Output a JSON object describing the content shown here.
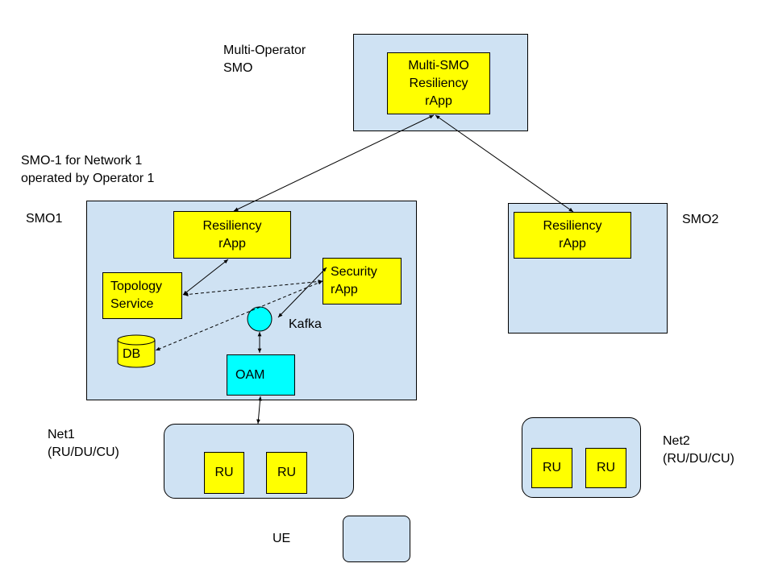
{
  "colors": {
    "container": "#cfe2f3",
    "rapp": "#ffff00",
    "oam": "#00ffff",
    "kafka": "#00ffff",
    "line": "#000000"
  },
  "labels": {
    "multi_operator_smo": "Multi-Operator\nSMO",
    "smo1_caption": "SMO-1 for Network 1\noperated by Operator 1",
    "smo1": "SMO1",
    "smo2": "SMO2",
    "kafka": "Kafka",
    "net1": "Net1\n(RU/DU/CU)",
    "net2": "Net2\n(RU/DU/CU)",
    "ue": "UE"
  },
  "boxes": {
    "multi_smo_rapp": "Multi-SMO\nResiliency\nrApp",
    "smo1_resiliency_rapp": "Resiliency\nrApp",
    "topology_service": "Topology\nService",
    "security_rapp": "Security\nrApp",
    "db": "DB",
    "oam": "OAM",
    "smo2_resiliency_rapp": "Resiliency\nrApp",
    "net1_ru_1": "RU",
    "net1_ru_2": "RU",
    "net2_ru_1": "RU",
    "net2_ru_2": "RU"
  },
  "connections": [
    {
      "from": "multi_smo_rapp",
      "to": "smo1_resiliency_rapp",
      "style": "solid",
      "arrows": "both"
    },
    {
      "from": "multi_smo_rapp",
      "to": "smo2_resiliency_rapp",
      "style": "solid",
      "arrows": "both"
    },
    {
      "from": "smo1_resiliency_rapp",
      "to": "topology_service",
      "style": "solid",
      "arrows": "both"
    },
    {
      "from": "topology_service",
      "to": "security_rapp",
      "style": "dashed",
      "arrows": "both"
    },
    {
      "from": "security_rapp",
      "to": "db",
      "style": "dashed",
      "arrows": "both"
    },
    {
      "from": "kafka",
      "to": "security_rapp",
      "style": "solid",
      "arrows": "both"
    },
    {
      "from": "kafka",
      "to": "oam",
      "style": "solid",
      "arrows": "both"
    },
    {
      "from": "oam",
      "to": "net1",
      "style": "solid",
      "arrows": "both"
    }
  ]
}
